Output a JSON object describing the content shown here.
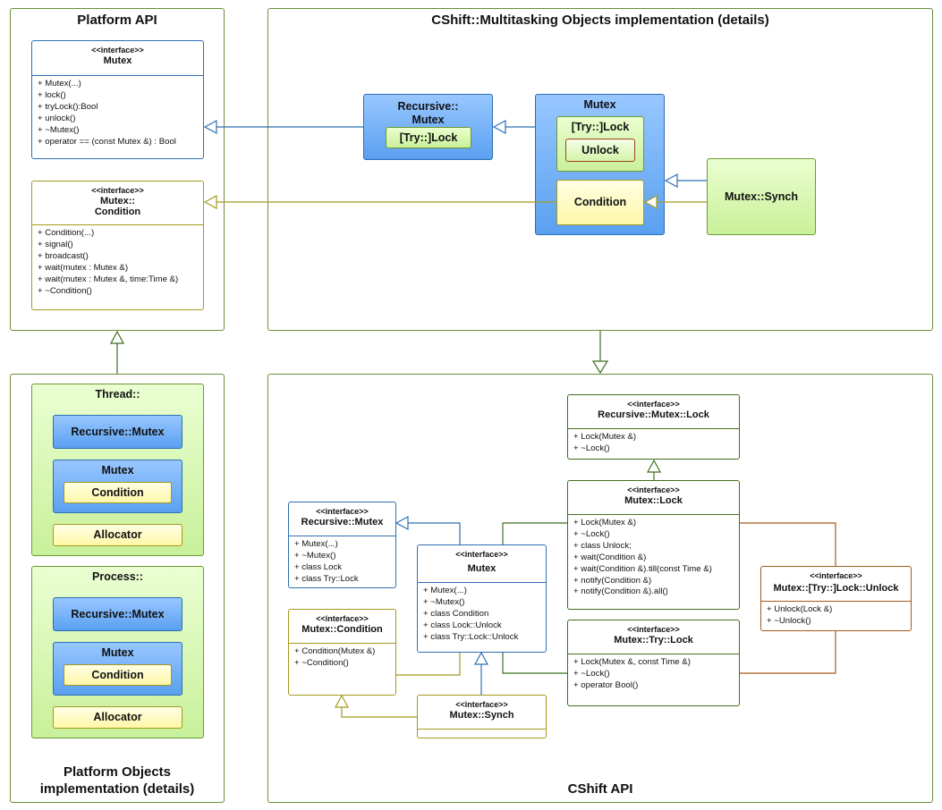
{
  "frames": {
    "platform_api": "Platform API",
    "cshift_impl": "CShift::Multitasking Objects implementation (details)",
    "platform_impl": "Platform Objects implementation (details)",
    "cshift_api": "CShift API"
  },
  "platform_api": {
    "mutex": {
      "stereotype": "<<interface>>",
      "name": "Mutex",
      "ops": [
        "+ Mutex(...)",
        "+ lock()",
        "+ tryLock():Bool",
        "+ unlock()",
        "+ ~Mutex()",
        "+ operator == (const Mutex &) : Bool"
      ]
    },
    "condition": {
      "stereotype": "<<interface>>",
      "name1": "Mutex::",
      "name2": "Condition",
      "ops": [
        "+ Condition(...)",
        "+ signal()",
        "+ broadcast()",
        "+ wait(mutex : Mutex &)",
        "+ wait(mutex : Mutex &, time:Time &)",
        "+ ~Condition()"
      ]
    }
  },
  "impl": {
    "recursive_title1": "Recursive::",
    "recursive_title2": "Mutex",
    "recursive_trylock": "[Try::]Lock",
    "mutex_title": "Mutex",
    "trylock": "[Try::]Lock",
    "unlock": "Unlock",
    "condition": "Condition",
    "synch": "Mutex::Synch"
  },
  "platform_impl": {
    "thread": {
      "title": "Thread::",
      "recursive_mutex": "Recursive::Mutex",
      "mutex": "Mutex",
      "condition": "Condition",
      "allocator": "Allocator"
    },
    "process": {
      "title": "Process::",
      "recursive_mutex": "Recursive::Mutex",
      "mutex": "Mutex",
      "condition": "Condition",
      "allocator": "Allocator"
    }
  },
  "cshift_api": {
    "recursive_mutex_lock": {
      "stereotype": "<<interface>>",
      "name": "Recursive::Mutex::Lock",
      "ops": [
        "+ Lock(Mutex &)",
        "+ ~Lock()"
      ]
    },
    "mutex_lock": {
      "stereotype": "<<interface>>",
      "name": "Mutex::Lock",
      "ops": [
        "+ Lock(Mutex &)",
        "+ ~Lock()",
        "+ class Unlock;",
        "+ wait(Condition &)",
        "+ wait(Condition &).till(const Time &)",
        "+ notify(Condition &)",
        "+ notify(Condition &).all()"
      ]
    },
    "recursive_mutex": {
      "stereotype": "<<interface>>",
      "name": "Recursive::Mutex",
      "ops": [
        "+ Mutex(...)",
        "+ ~Mutex()",
        "+ class Lock",
        "+ class Try::Lock"
      ]
    },
    "mutex": {
      "stereotype": "<<interface>>",
      "name": "Mutex",
      "ops": [
        "+ Mutex(...)",
        "+ ~Mutex()",
        "+ class Condition",
        "+ class Lock::Unlock",
        "+ class Try::Lock::Unlock"
      ]
    },
    "unlock": {
      "stereotype": "<<interface>>",
      "name": "Mutex::[Try::]Lock::Unlock",
      "ops": [
        "+ Unlock(Lock &)",
        "+ ~Unlock()"
      ]
    },
    "condition": {
      "stereotype": "<<interface>>",
      "name": "Mutex::Condition",
      "ops": [
        "+ Condition(Mutex &)",
        "+ ~Condition()"
      ]
    },
    "try_lock": {
      "stereotype": "<<interface>>",
      "name": "Mutex::Try::Lock",
      "ops": [
        "+ Lock(Mutex &, const Time &)",
        "+ ~Lock()",
        "+ operator Bool()"
      ]
    },
    "synch": {
      "stereotype": "<<interface>>",
      "name": "Mutex::Synch"
    }
  }
}
